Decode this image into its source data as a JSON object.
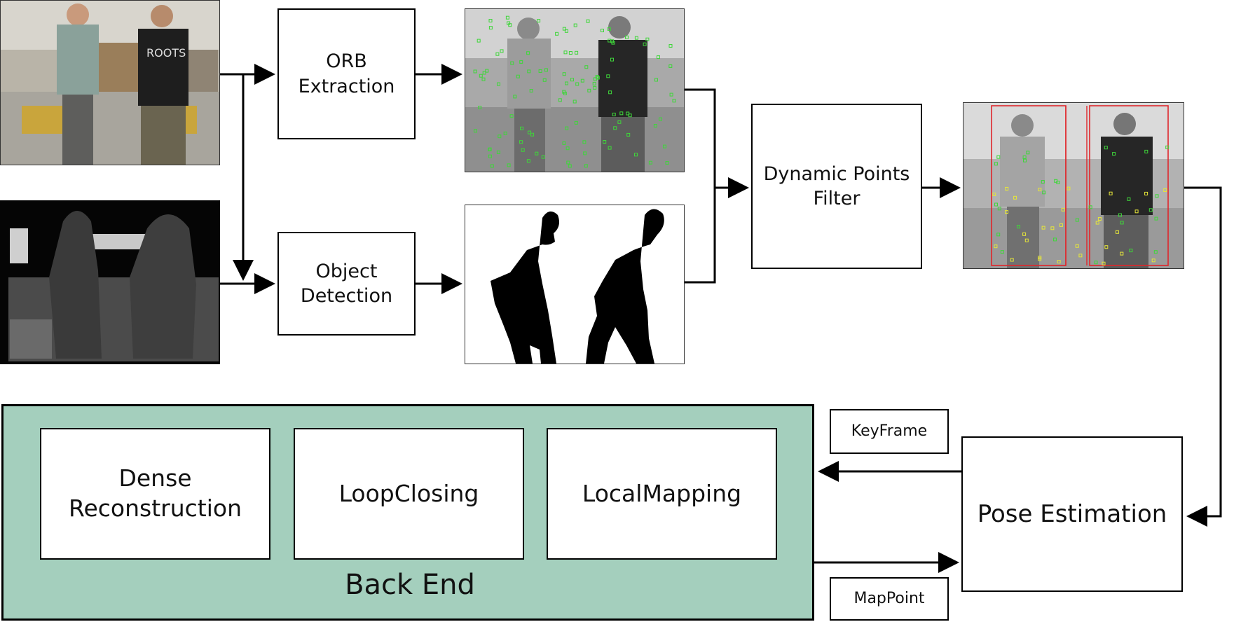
{
  "top": {
    "orb_extraction": [
      "ORB",
      "Extraction"
    ],
    "object_detection": [
      "Object",
      "Detection"
    ],
    "dynamic_points_filter": [
      "Dynamic Points",
      "Filter"
    ]
  },
  "back_end": {
    "title": "Back End",
    "modules": [
      [
        "Dense",
        "Reconstruction"
      ],
      [
        "LoopClosing"
      ],
      [
        "LocalMapping"
      ]
    ]
  },
  "pose_estimation": "Pose Estimation",
  "keyframe": "KeyFrame",
  "mappoint": "MapPoint",
  "sample_text": {
    "shirt_text": "ROOTS"
  },
  "colors": {
    "back_end_fill": "#a4cfbd",
    "feature_points": "#3fd63a",
    "static_points": "#e6e63a",
    "detection_box": "#e0262b"
  }
}
